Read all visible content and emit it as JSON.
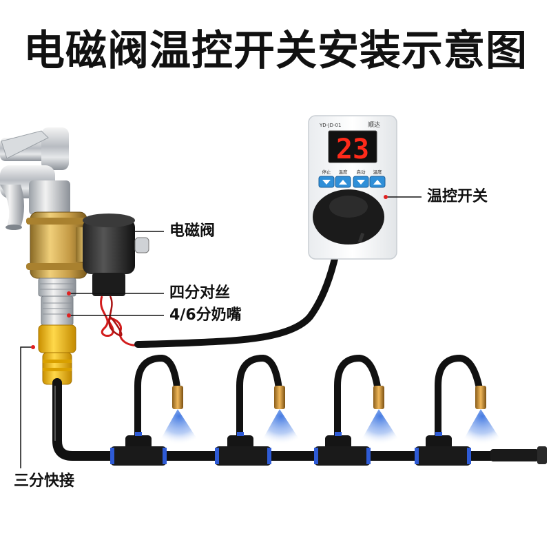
{
  "title": "电磁阀温控开关安装示意图",
  "callouts": {
    "solenoid_valve": "电磁阀",
    "thread_adapter": "四分对丝",
    "nipple_fitting": "4/6分奶嘴",
    "quick_connector": "三分快接",
    "thermostat_switch": "温控开关"
  },
  "thermostat": {
    "model": "YD-JD-01",
    "brand": "顺达",
    "display_value": "23",
    "button_labels": [
      "停止",
      "温度",
      "启动",
      "温度"
    ]
  },
  "colors": {
    "display_red": "#ff2a1a",
    "pipe": "#111111",
    "brass": "#c9a04a",
    "connector_yellow": "#f2c21a",
    "mist_blue": "#5a8fe8",
    "leader_line": "#111111",
    "leader_dot": "#e02020"
  }
}
